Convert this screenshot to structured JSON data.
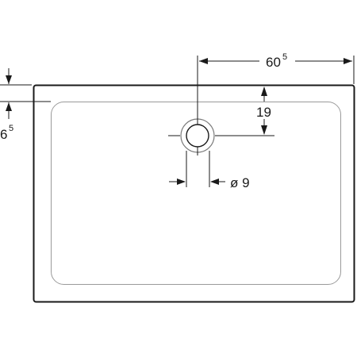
{
  "drawing": {
    "description_labels": {
      "width_main": "60",
      "width_sup": "5",
      "depth": "19",
      "rim_main": "6",
      "rim_sup": "5",
      "drain_diameter": "ø 9"
    }
  }
}
